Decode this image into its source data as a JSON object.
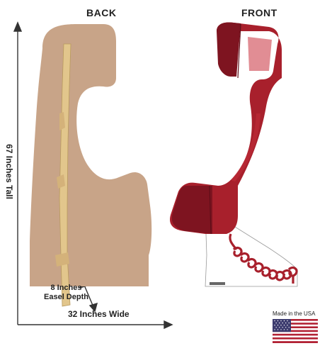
{
  "labels": {
    "back": "BACK",
    "front": "FRONT",
    "height": "67 Inches Tall",
    "width": "32 Inches Wide",
    "depth_line1": "8 Inches",
    "depth_line2": "Easel Depth",
    "made_in": "Made in the USA"
  },
  "colors": {
    "cardboard": "#C8A488",
    "easel": "#E2C68C",
    "handset_red": "#A8202C",
    "handset_dark": "#7E1420",
    "flag_red": "#B22234",
    "flag_blue": "#3C3B6E"
  },
  "icons": {
    "flag": "us-flag-icon"
  }
}
